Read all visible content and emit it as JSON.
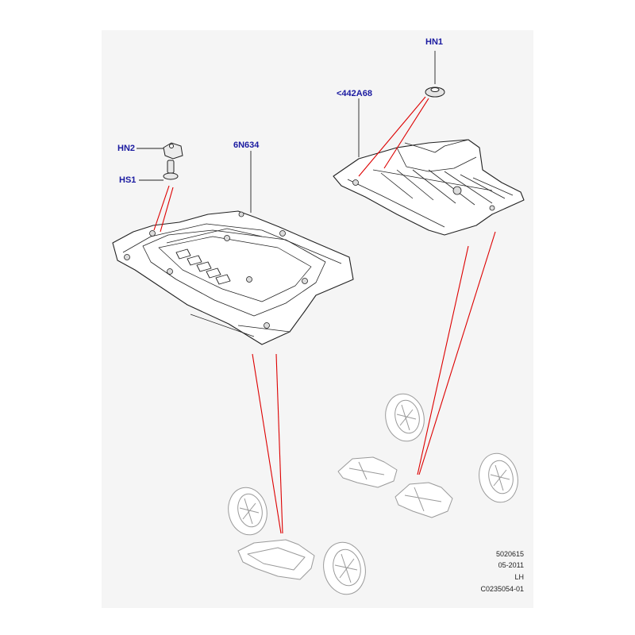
{
  "colors": {
    "callout_text": "#1a1aa0",
    "leader_red": "#dd0000",
    "panel_bg": "#f5f5f5",
    "line": "#222222"
  },
  "callouts": {
    "hn1": "HN1",
    "part_442a68": "<442A68",
    "hn2": "HN2",
    "part_6n634": "6N634",
    "hs1": "HS1"
  },
  "meta": {
    "code1": "5020615",
    "date": "05-2011",
    "side": "LH",
    "illustration_id": "C0235054-01"
  }
}
